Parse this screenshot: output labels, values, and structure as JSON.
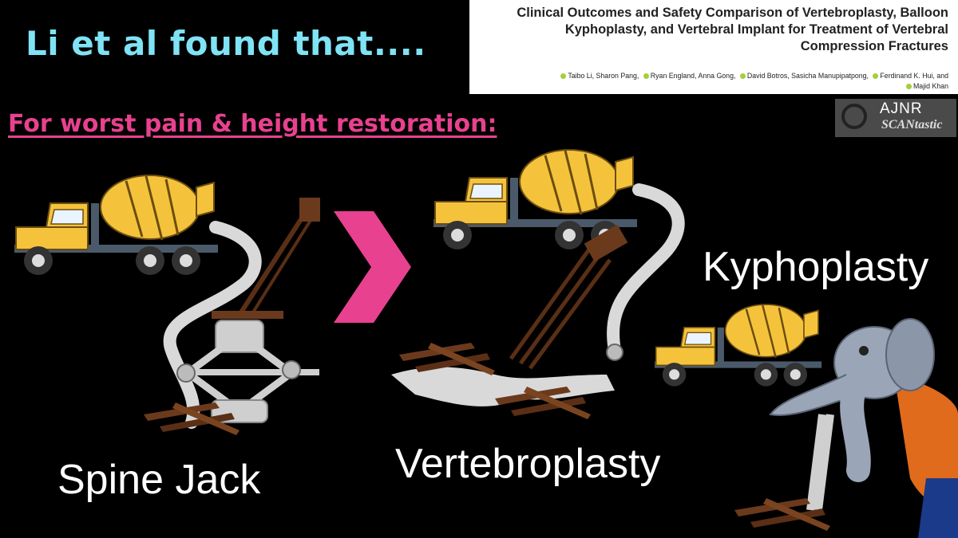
{
  "headline": "Li et al found that....",
  "subheadline": "For worst pain & height restoration:",
  "paper": {
    "title": "Clinical Outcomes and Safety Comparison of Vertebroplasty, Balloon Kyphoplasty, and Vertebral Implant for Treatment of Vertebral Compression Fractures",
    "authors": [
      "Taibo Li, Sharon Pang,",
      "Ryan England, Anna Gong,",
      "David Botros, Sasicha Manupipatpong,",
      "Ferdinand K. Hui, and",
      "Majid Khan"
    ]
  },
  "logo": {
    "top": "AJNR",
    "bottom": "SCANtastic"
  },
  "labels": {
    "spine_jack": "Spine Jack",
    "vertebroplasty": "Vertebroplasty",
    "kyphoplasty": "Kyphoplasty"
  },
  "colors": {
    "headline": "#7fe3f5",
    "subheadline": "#e8418f",
    "chevron": "#e8418f",
    "truck": "#f5c33b",
    "cement": "#d9d9d9"
  },
  "icons": [
    "cement-truck-icon",
    "spine-jack-icon",
    "greater-than-chevron-icon",
    "elephant-icon",
    "bone-fragments-icon"
  ]
}
